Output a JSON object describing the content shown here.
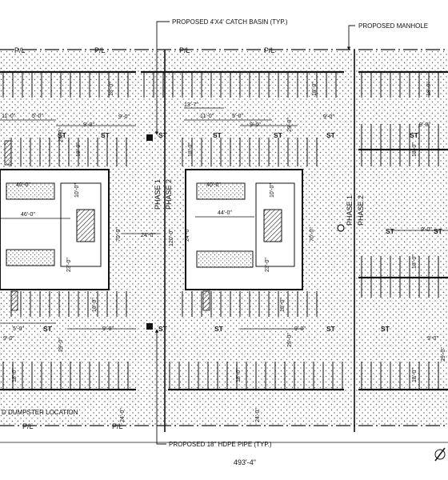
{
  "callouts": {
    "catch_basin": "PROPOSED 4'X4' CATCH BASIN (TYP.)",
    "manhole": "PROPOSED MANHOLE",
    "pipe": "PROPOSED 18\" HDPE PIPE (TYP.)",
    "dumpster": "D DUMPSTER LOCATION"
  },
  "property_line": "P/L",
  "phase_labels": {
    "phase1": "PHASE 1",
    "phase2": "PHASE 2"
  },
  "stall_label": "ST",
  "dimensions": {
    "overall_width": "493'-4\"",
    "d_18": "18'-0\"",
    "d_29": "29'-0\"",
    "d_24": "24'-0\"",
    "d_9": "9'-0\"",
    "d_11": "11'-0\"",
    "d_5": "5'-0\"",
    "d_13_7": "13'-7\"",
    "d_40": "40'-0\"",
    "d_46": "46'-0\"",
    "d_44": "44'-0\"",
    "d_10": "10'-0\"",
    "d_23": "23'-0\"",
    "d_70": "70'-0\"",
    "d_120": "120'-0\""
  }
}
